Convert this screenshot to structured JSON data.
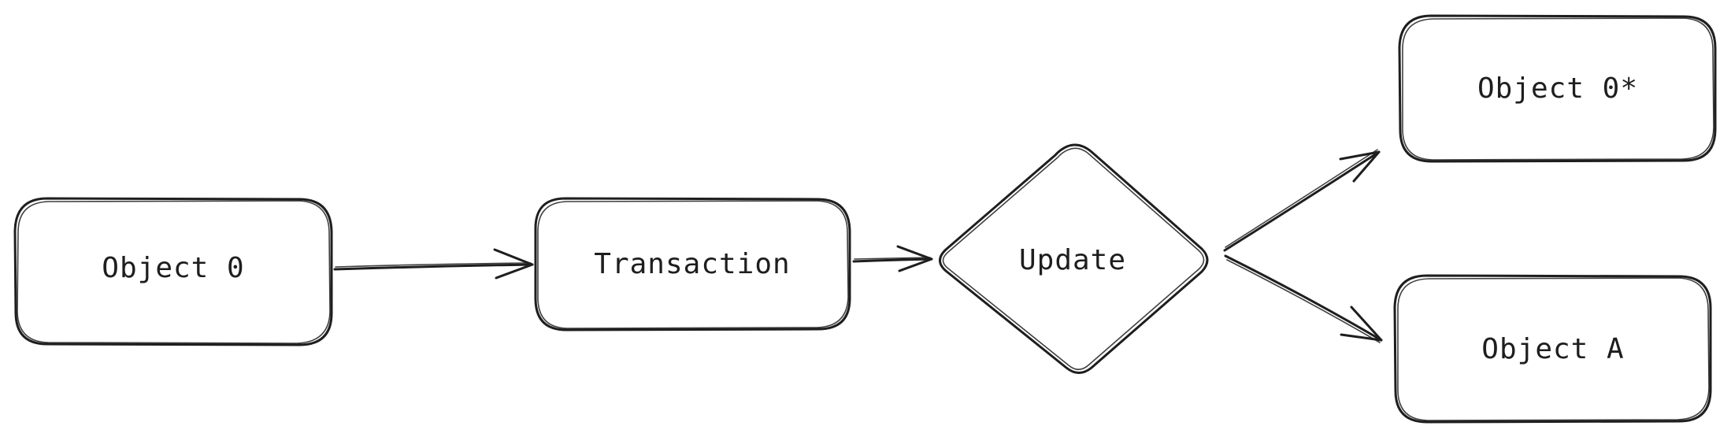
{
  "diagram": {
    "nodes": {
      "object_0": "Object 0",
      "transaction": "Transaction",
      "update": "Update",
      "object_0_star": "Object 0*",
      "object_a": "Object A"
    }
  },
  "colors": {
    "stroke": "#1e1e1e",
    "background": "#ffffff"
  }
}
